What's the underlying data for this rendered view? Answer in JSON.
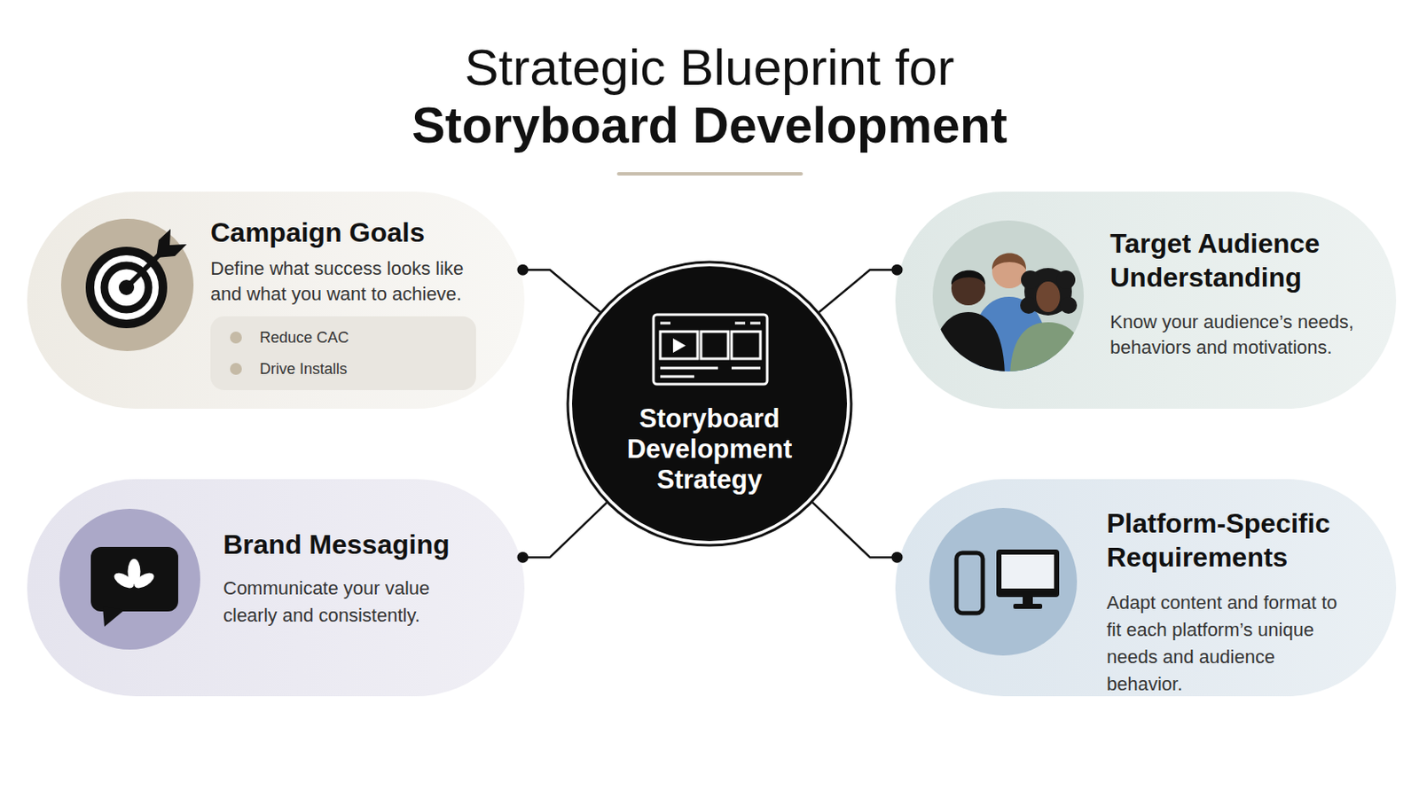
{
  "diagram": {
    "title": "Strategic Blueprint for Storyboard Development",
    "nodes": [
      {
        "text": [
          "Storyboard Development Strategy"
        ]
      },
      {
        "text": [
          "Campaign Goals",
          "Define what success looks like and what you want to achieve."
        ]
      },
      {
        "text": [
          "Reduce CAC",
          "Drive Installs"
        ],
        "in": 1
      },
      {
        "text": [
          "Target Audience Understanding",
          "Know your audience’s needs, behaviors and motivations."
        ]
      },
      {
        "text": [
          "Brand Messaging",
          "Communicate your value clearly and consistently."
        ]
      },
      {
        "text": [
          "Platform-Specific Requirements",
          "Adapt content and format to fit each platform’s unique needs and audience behavior."
        ]
      }
    ],
    "edges": [
      {
        "from": 0,
        "to": 1,
        "arrow": "none"
      },
      {
        "from": 0,
        "to": 3,
        "arrow": "none"
      },
      {
        "from": 0,
        "to": 4,
        "arrow": "none"
      },
      {
        "from": 0,
        "to": 5,
        "arrow": "none"
      }
    ]
  }
}
